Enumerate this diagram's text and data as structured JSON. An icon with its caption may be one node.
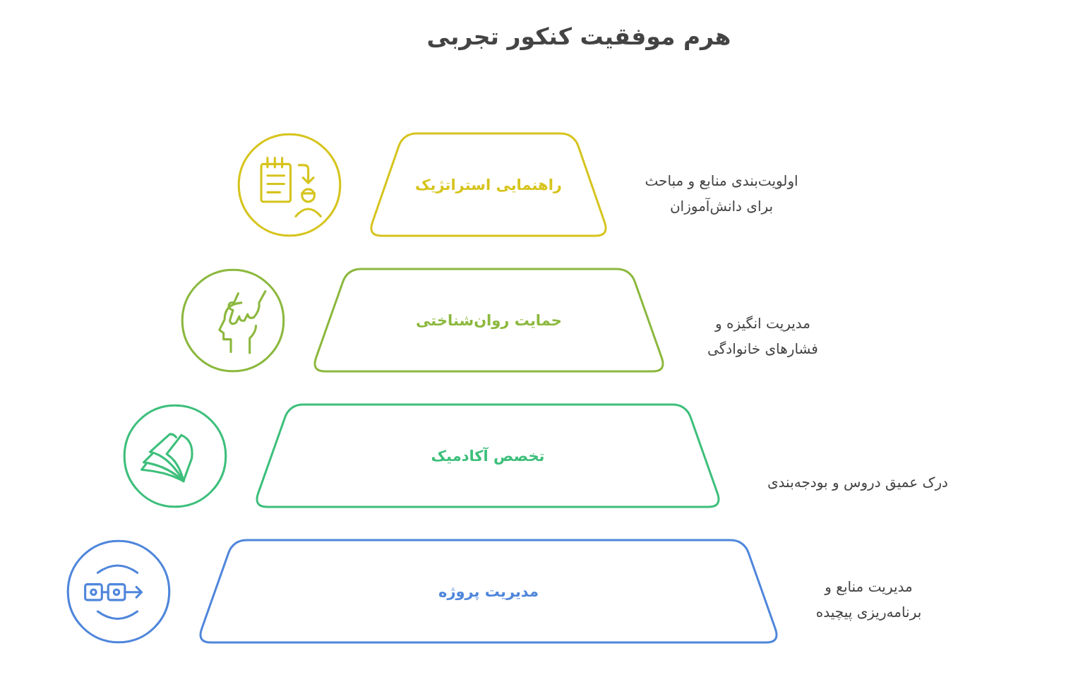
{
  "diagram": {
    "title": "هرم موفقیت کنکور تجربی",
    "nodes": [
      {
        "text": [
          "راهنمایی استراتژیک"
        ],
        "beside": [
          "اولویت‌بندی منابع و مباحث برای دانش‌آموزان"
        ]
      },
      {
        "text": [
          "حمایت روان‌شناختی"
        ],
        "beside": [
          "مدیریت انگیزه و فشارهای خانوادگی"
        ]
      },
      {
        "text": [
          "تخصص آکادمیک"
        ],
        "beside": [
          "درک عمیق دروس و بودجه‌بندی"
        ]
      },
      {
        "text": [
          "مدیریت پروژه"
        ],
        "beside": [
          "مدیریت منابع و برنامه‌ریزی پیچیده"
        ]
      }
    ]
  }
}
